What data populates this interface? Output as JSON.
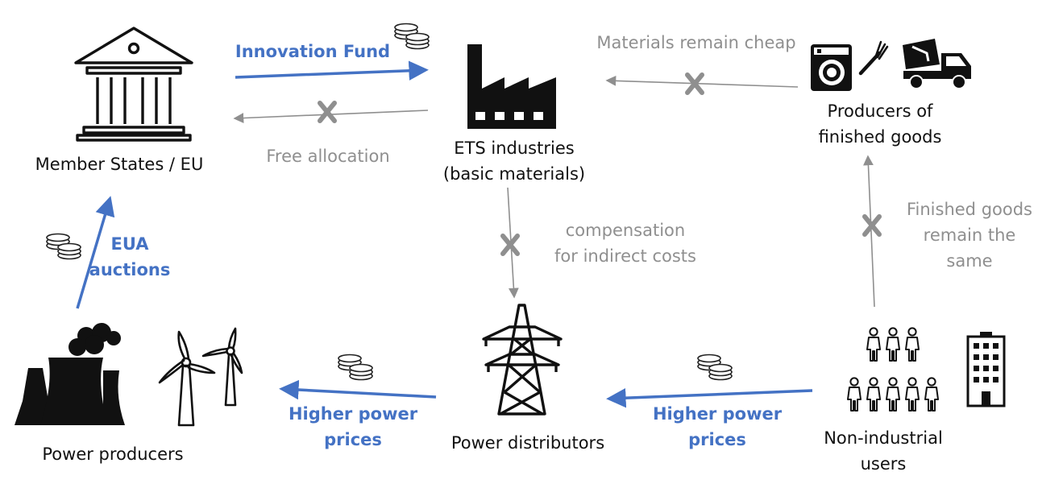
{
  "nodes": {
    "member_states": "Member States / EU",
    "ets_industries_line1": "ETS industries",
    "ets_industries_line2": "(basic materials)",
    "producers_line1": "Producers of",
    "producers_line2": "finished goods",
    "power_producers": "Power producers",
    "power_distributors": "Power distributors",
    "non_industrial_line1": "Non-industrial",
    "non_industrial_line2": "users"
  },
  "flows": {
    "innovation_fund": "Innovation Fund",
    "free_allocation": "Free allocation",
    "materials_cheap": "Materials remain cheap",
    "compensation_line1": "compensation",
    "compensation_line2": "for indirect costs",
    "finished_line1": "Finished goods",
    "finished_line2": "remain the",
    "finished_line3": "same",
    "eua_line1": "EUA",
    "eua_line2": "auctions",
    "higher_left_line1": "Higher power",
    "higher_left_line2": "prices",
    "higher_right_line1": "Higher power",
    "higher_right_line2": "prices"
  },
  "colors": {
    "active_flow": "#4472c4",
    "inactive_flow": "#8f8f8f",
    "icon": "#111111"
  },
  "icons": [
    "bank-building-icon",
    "factory-icon",
    "washing-machine-icon",
    "fork-icon",
    "cement-truck-icon",
    "nuclear-plant-icon",
    "wind-turbine-icon",
    "power-pylon-icon",
    "people-group-icon",
    "office-building-icon",
    "coins-icon",
    "cross-icon"
  ]
}
